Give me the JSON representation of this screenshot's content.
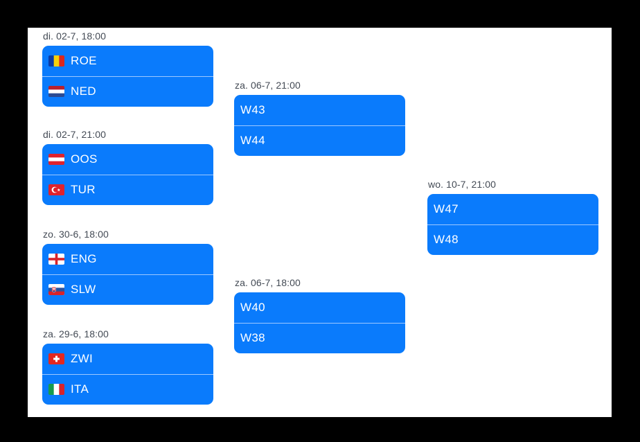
{
  "colors": {
    "background": "#000000",
    "panel": "#ffffff",
    "card": "#0a7bfc",
    "card_divider": "#9dc8ff",
    "card_text": "#ffffff",
    "label_text": "#434a54"
  },
  "matches": [
    {
      "datetime": "di. 02-7, 18:00",
      "teams": [
        {
          "code": "ROE",
          "flag": "flag-romania"
        },
        {
          "code": "NED",
          "flag": "flag-netherlands"
        }
      ]
    },
    {
      "datetime": "di. 02-7, 21:00",
      "teams": [
        {
          "code": "OOS",
          "flag": "flag-austria"
        },
        {
          "code": "TUR",
          "flag": "flag-turkey"
        }
      ]
    },
    {
      "datetime": "zo. 30-6, 18:00",
      "teams": [
        {
          "code": "ENG",
          "flag": "flag-england"
        },
        {
          "code": "SLW",
          "flag": "flag-slovakia"
        }
      ]
    },
    {
      "datetime": "za. 29-6, 18:00",
      "teams": [
        {
          "code": "ZWI",
          "flag": "flag-switzerland"
        },
        {
          "code": "ITA",
          "flag": "flag-italy"
        }
      ]
    },
    {
      "datetime": "za. 06-7, 21:00",
      "teams": [
        {
          "code": "W43"
        },
        {
          "code": "W44"
        }
      ]
    },
    {
      "datetime": "za. 06-7, 18:00",
      "teams": [
        {
          "code": "W40"
        },
        {
          "code": "W38"
        }
      ]
    },
    {
      "datetime": "wo. 10-7, 21:00",
      "teams": [
        {
          "code": "W47"
        },
        {
          "code": "W48"
        }
      ]
    }
  ],
  "flags": {
    "flag-romania": {
      "type": "vertical",
      "colors": [
        "#0a3ba6",
        "#f7d10a",
        "#dc271c"
      ]
    },
    "flag-netherlands": {
      "type": "horizontal",
      "colors": [
        "#b9212e",
        "#ffffff",
        "#2b4a93"
      ]
    },
    "flag-austria": {
      "type": "horizontal",
      "colors": [
        "#e0222c",
        "#ffffff",
        "#e0222c"
      ]
    },
    "flag-turkey": {
      "type": "turkey",
      "colors": [
        "#e0222c",
        "#ffffff"
      ]
    },
    "flag-england": {
      "type": "england",
      "colors": [
        "#ffffff",
        "#d8232a"
      ]
    },
    "flag-slovakia": {
      "type": "slovakia",
      "colors": [
        "#ffffff",
        "#2a52a0",
        "#d8232a"
      ]
    },
    "flag-switzerland": {
      "type": "switzerland",
      "colors": [
        "#e5271f",
        "#ffffff"
      ]
    },
    "flag-italy": {
      "type": "vertical",
      "colors": [
        "#169b4e",
        "#ffffff",
        "#d8232a"
      ]
    }
  }
}
